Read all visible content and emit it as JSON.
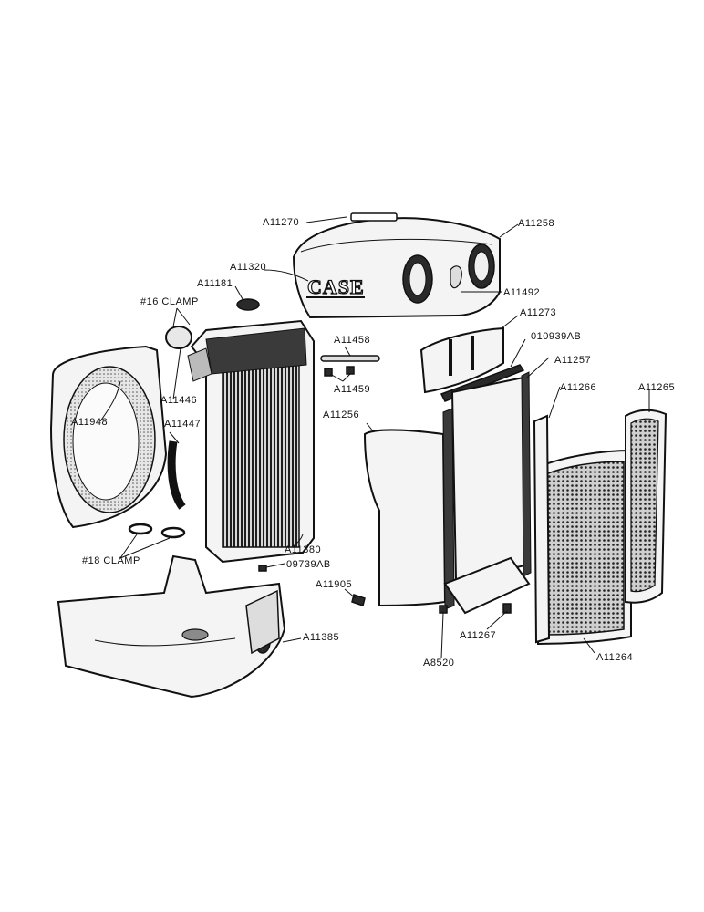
{
  "brand_text": "CASE",
  "labels": {
    "a11270": "A11270",
    "a11258": "A11258",
    "a11320": "A11320",
    "a11181": "A11181",
    "clamp16": "#16 CLAMP",
    "a11492": "A11492",
    "a11273": "A11273",
    "a11458": "A11458",
    "p010939ab": "010939AB",
    "a11257": "A11257",
    "a11459": "A11459",
    "a11266": "A11266",
    "a11265": "A11265",
    "a11446": "A11446",
    "a11948": "A11948",
    "a11447": "A11447",
    "a11256": "A11256",
    "clamp18": "#18 CLAMP",
    "a11380": "A11380",
    "p09739ab": "09739AB",
    "a11905": "A11905",
    "a11385": "A11385",
    "a11267": "A11267",
    "a8520": "A8520",
    "a11264": "A11264"
  }
}
